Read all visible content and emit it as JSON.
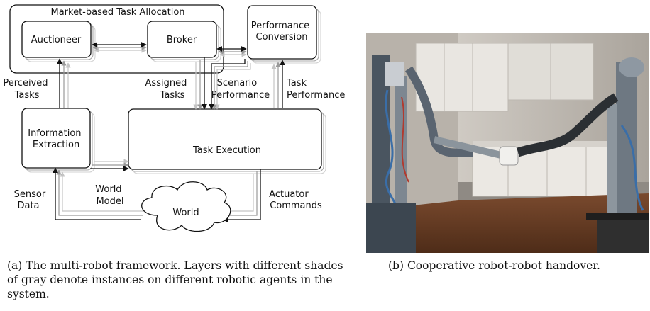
{
  "diagram": {
    "group_title": "Market-based Task Allocation",
    "auctioneer": "Auctioneer",
    "broker": "Broker",
    "performance_conversion": [
      "Performance",
      "Conversion"
    ],
    "information_extraction": [
      "Information",
      "Extraction"
    ],
    "task_execution": "Task Execution",
    "world": "World",
    "perceived_tasks": [
      "Perceived",
      "Tasks"
    ],
    "assigned_tasks": [
      "Assigned",
      "Tasks"
    ],
    "scenario_performance": [
      "Scenario",
      "Performance"
    ],
    "task_performance": [
      "Task",
      "Performance"
    ],
    "sensor_data": [
      "Sensor",
      "Data"
    ],
    "world_model": [
      "World",
      "Model"
    ],
    "actuator_commands": [
      "Actuator",
      "Commands"
    ]
  },
  "captions": {
    "a": "(a) The multi-robot framework. Layers with different shades of gray denote instances on different robotic agents in the system.",
    "b": "(b) Cooperative robot-robot handover."
  }
}
